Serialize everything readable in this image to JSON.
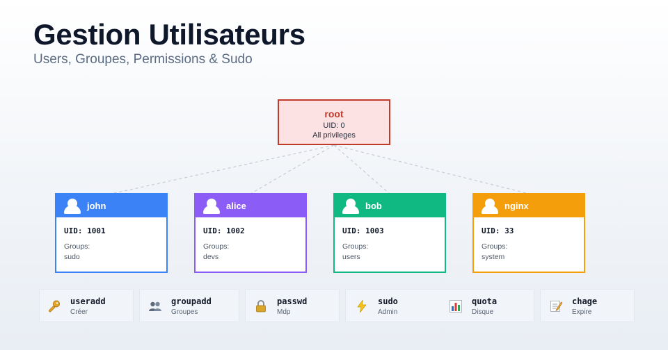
{
  "header": {
    "title": "Gestion Utilisateurs",
    "subtitle": "Users, Groupes, Permissions & Sudo"
  },
  "root": {
    "name": "root",
    "uid_line": "UID: 0",
    "privileges": "All privileges",
    "color": "#c0392b",
    "fill": "#fde2e4"
  },
  "users": [
    {
      "name": "john",
      "uid": "UID: 1001",
      "groups_label": "Groups:",
      "groups": "sudo",
      "color": "#3b82f6"
    },
    {
      "name": "alice",
      "uid": "UID: 1002",
      "groups_label": "Groups:",
      "groups": "devs",
      "color": "#8b5cf6"
    },
    {
      "name": "bob",
      "uid": "UID: 1003",
      "groups_label": "Groups:",
      "groups": "users",
      "color": "#10b981"
    },
    {
      "name": "nginx",
      "uid": "UID: 33",
      "groups_label": "Groups:",
      "groups": "system",
      "color": "#f59e0b"
    }
  ],
  "commands": [
    {
      "name": "useradd",
      "desc": "Créer",
      "icon": "key-icon"
    },
    {
      "name": "groupadd",
      "desc": "Groupes",
      "icon": "group-icon"
    },
    {
      "name": "passwd",
      "desc": "Mdp",
      "icon": "lock-icon"
    },
    {
      "name": "sudo",
      "desc": "Admin",
      "icon": "lightning-icon"
    },
    {
      "name": "quota",
      "desc": "Disque",
      "icon": "bar-chart-icon"
    },
    {
      "name": "chage",
      "desc": "Expire",
      "icon": "memo-icon"
    }
  ]
}
